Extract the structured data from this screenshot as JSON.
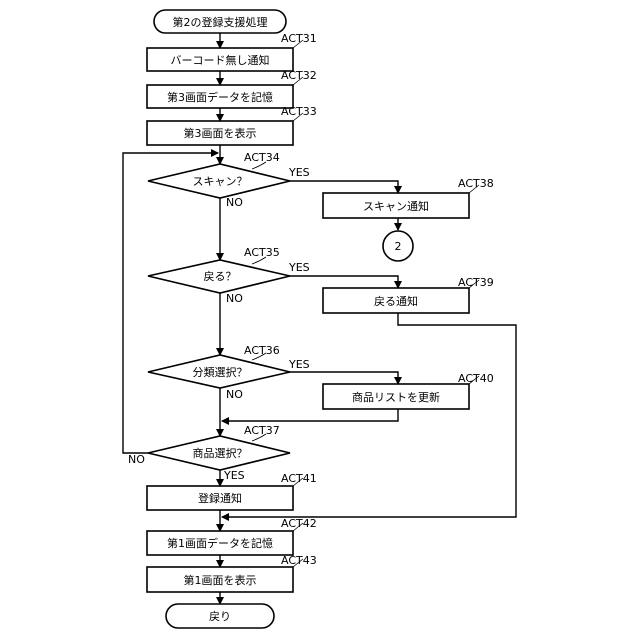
{
  "start_label": "第2の登録支援処理",
  "end_label": "戻り",
  "steps": {
    "act31": {
      "id": "ACT31",
      "label": "バーコード無し通知"
    },
    "act32": {
      "id": "ACT32",
      "label": "第3画面データを記憶"
    },
    "act33": {
      "id": "ACT33",
      "label": "第3画面を表示"
    },
    "act34": {
      "id": "ACT34",
      "label": "スキャン？"
    },
    "act35": {
      "id": "ACT35",
      "label": "戻る？"
    },
    "act36": {
      "id": "ACT36",
      "label": "分類選択？"
    },
    "act37": {
      "id": "ACT37",
      "label": "商品選択？"
    },
    "act38": {
      "id": "ACT38",
      "label": "スキャン通知"
    },
    "act39": {
      "id": "ACT39",
      "label": "戻る通知"
    },
    "act40": {
      "id": "ACT40",
      "label": "商品リストを更新"
    },
    "act41": {
      "id": "ACT41",
      "label": "登録通知"
    },
    "act42": {
      "id": "ACT42",
      "label": "第1画面データを記憶"
    },
    "act43": {
      "id": "ACT43",
      "label": "第1画面を表示"
    }
  },
  "connector_label": "2",
  "branch_labels": {
    "yes": "YES",
    "no": "NO"
  }
}
